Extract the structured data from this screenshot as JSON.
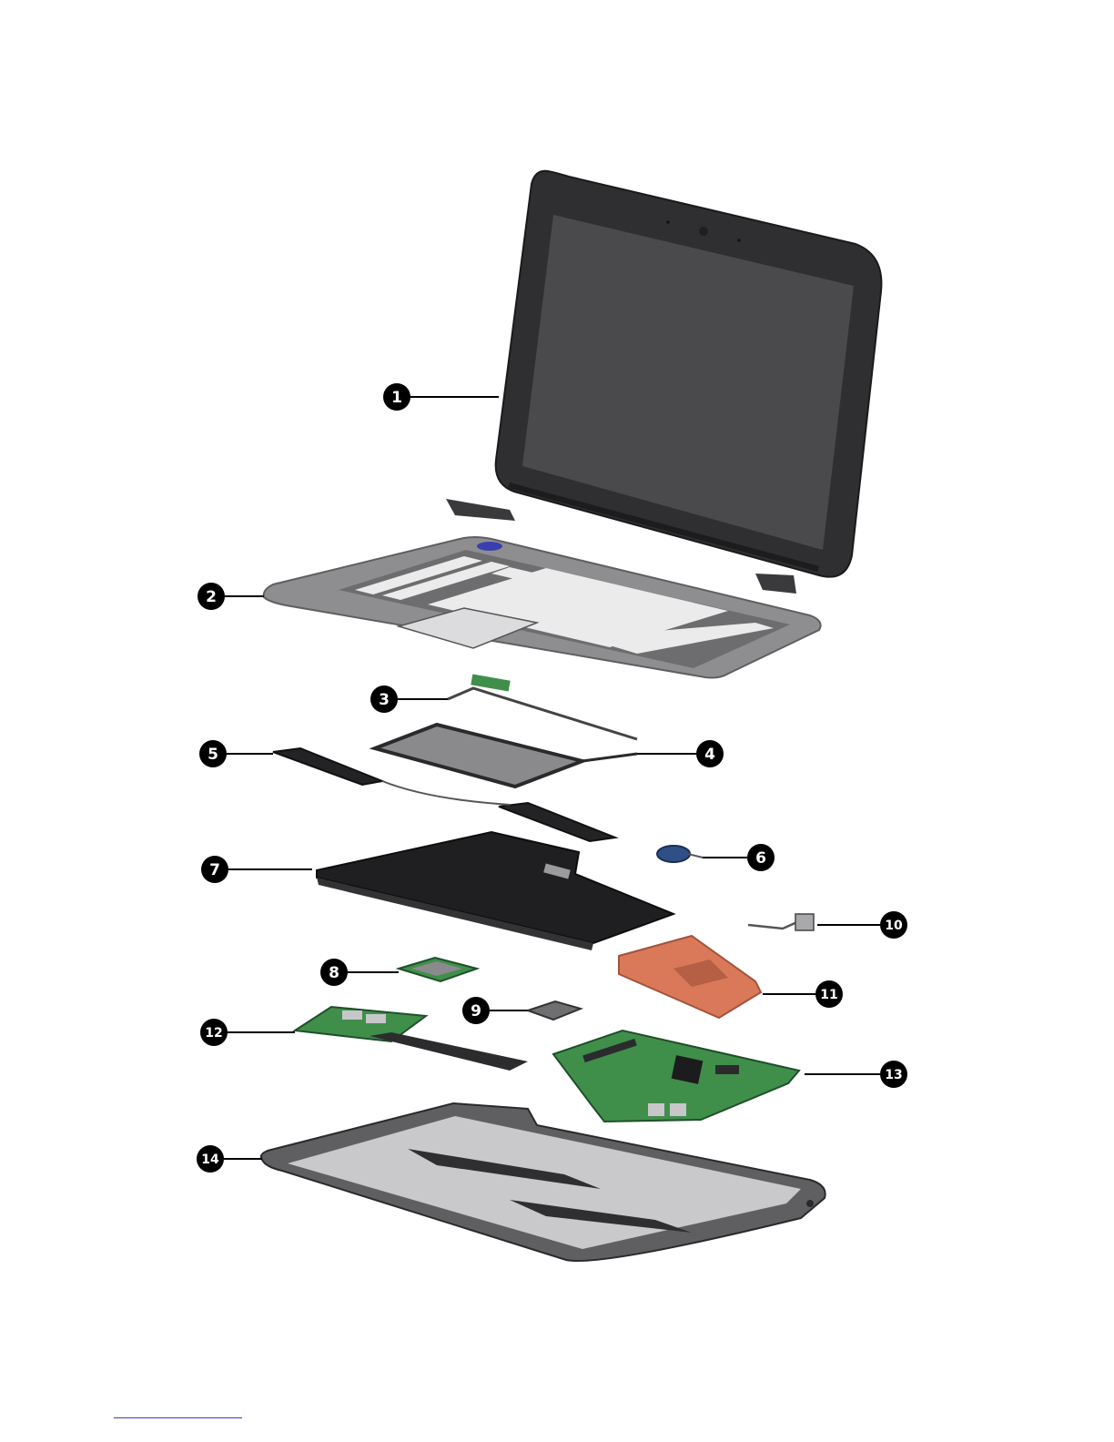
{
  "callouts": [
    {
      "id": "1",
      "label": "1"
    },
    {
      "id": "2",
      "label": "2"
    },
    {
      "id": "3",
      "label": "3"
    },
    {
      "id": "4",
      "label": "4"
    },
    {
      "id": "5",
      "label": "5"
    },
    {
      "id": "6",
      "label": "6"
    },
    {
      "id": "7",
      "label": "7"
    },
    {
      "id": "8",
      "label": "8"
    },
    {
      "id": "9",
      "label": "9"
    },
    {
      "id": "10",
      "label": "10"
    },
    {
      "id": "11",
      "label": "11"
    },
    {
      "id": "12",
      "label": "12"
    },
    {
      "id": "13",
      "label": "13"
    },
    {
      "id": "14",
      "label": "14"
    }
  ],
  "colors": {
    "chassis": "#2f2f31",
    "screen": "#4a4a4c",
    "keyboard_deck": "#8e8e91",
    "board_green": "#3f8f4a",
    "shield_copper": "#d9795a",
    "footer_rule": "#3b3bd6"
  }
}
